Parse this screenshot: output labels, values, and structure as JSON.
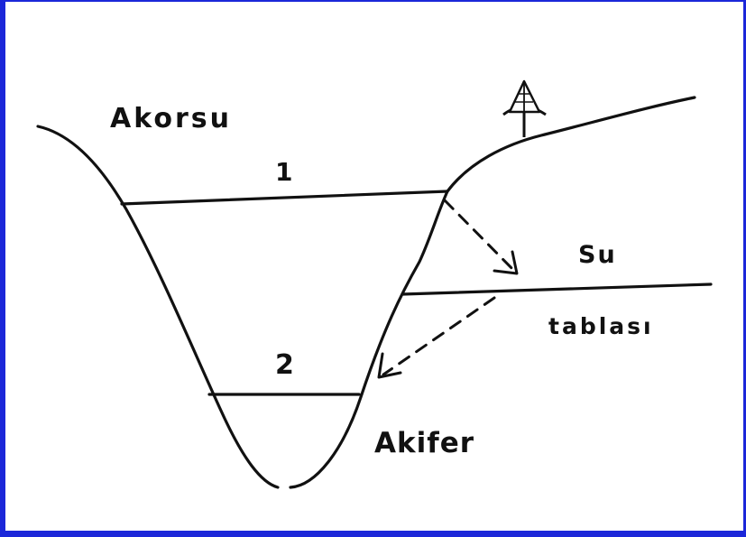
{
  "colors": {
    "frame_border": "#1b27d9",
    "ink": "#111111",
    "background": "#ffffff"
  },
  "labels": {
    "stream": "Akorsu",
    "level_1": "1",
    "level_2": "2",
    "water_table_line1": "Su",
    "water_table_line2": "tablası",
    "aquifer": "Akifer"
  },
  "icons": {
    "tree": "tree-icon"
  }
}
